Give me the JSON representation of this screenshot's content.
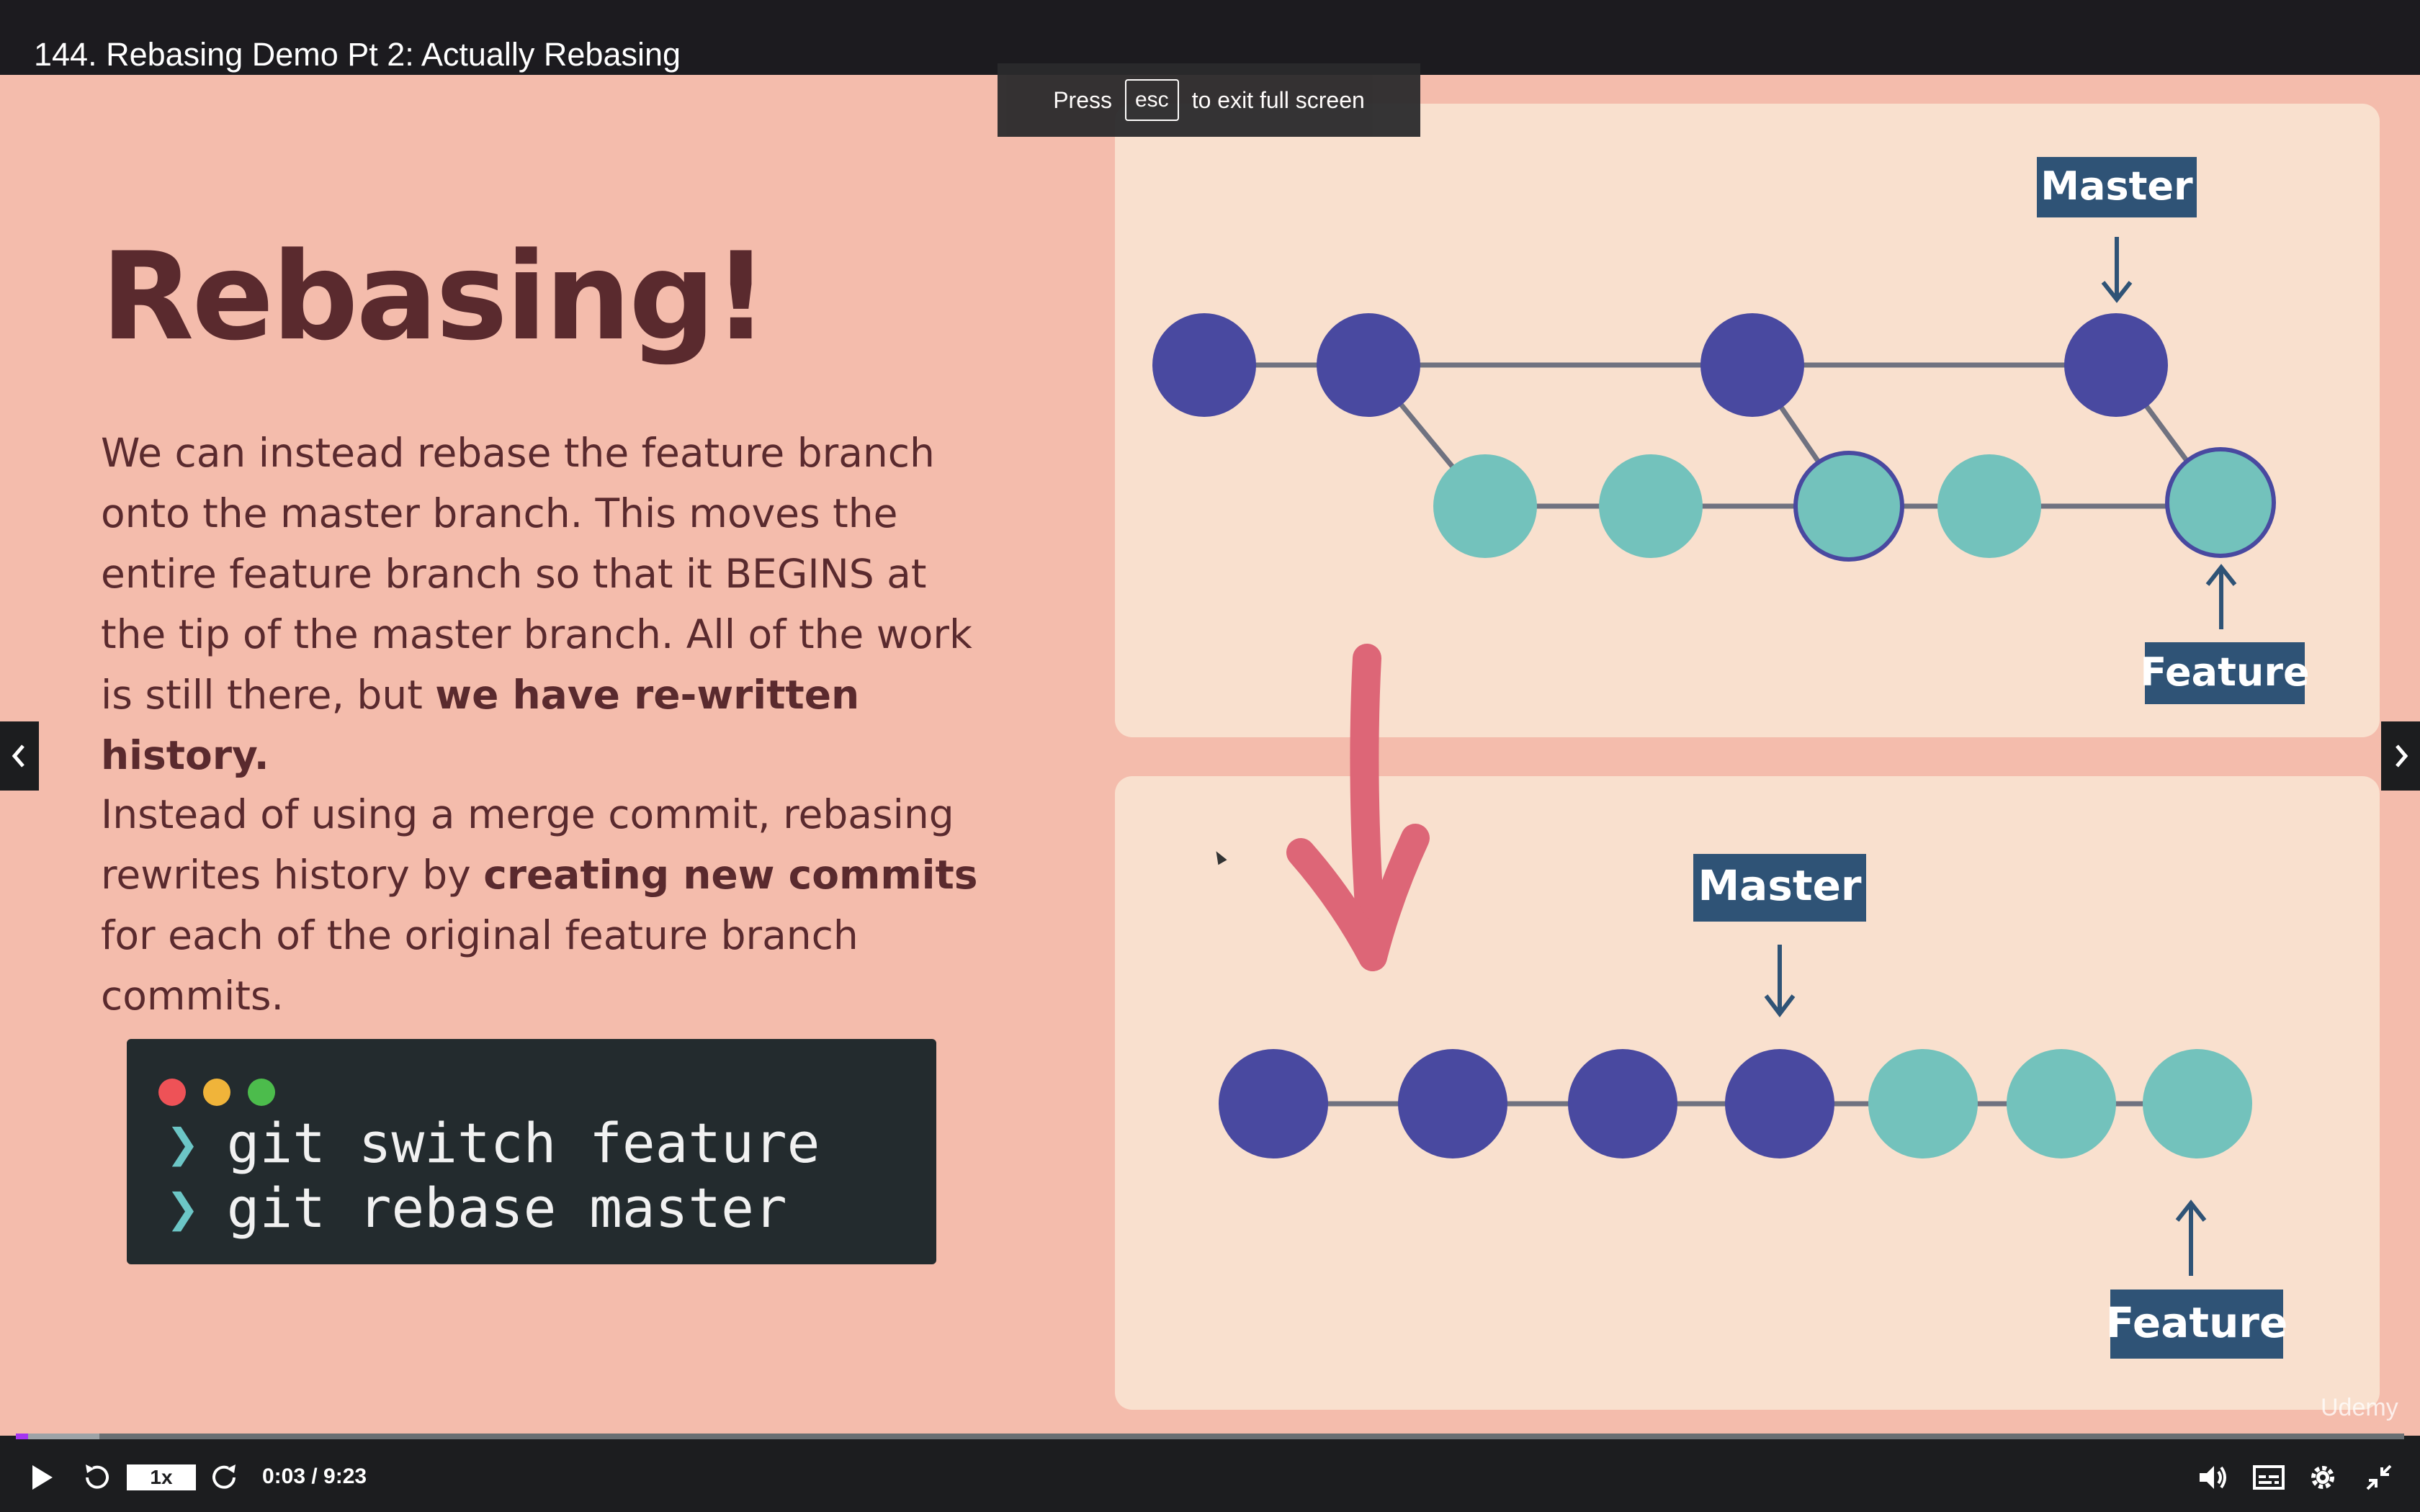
{
  "lecture": {
    "title": "144. Rebasing Demo Pt 2: Actually Rebasing"
  },
  "toast": {
    "press": "Press",
    "key": "esc",
    "suffix": "to exit full screen"
  },
  "slide": {
    "heading": "Rebasing!",
    "para1_plain": "We can instead rebase the feature branch onto the master branch.  This moves the entire feature branch so that it BEGINS at the tip of the master branch.  All of the work is still there, but ",
    "para1_bold": "we have re-written history.",
    "para2_plain_a": "Instead of using a merge commit, rebasing rewrites history by ",
    "para2_bold": "creating new commits",
    "para2_plain_b": " for each of the original feature branch commits.",
    "terminal": {
      "prompt_symbol": "❯",
      "commands": [
        "git switch feature",
        "git rebase master"
      ]
    },
    "diagram_top": {
      "master_label": "Master",
      "feature_label": "Feature"
    },
    "diagram_bottom": {
      "master_label": "Master",
      "feature_label": "Feature"
    },
    "colors": {
      "master_commit": "#4949a0",
      "feature_commit": "#73c2bc",
      "arrow": "#dd6677",
      "label_bg": "#2f5376"
    },
    "watermark": "Udemy"
  },
  "player": {
    "current_time": "0:03",
    "total_time": "9:23",
    "time_display": "0:03 / 9:23",
    "speed": "1x",
    "progress_fraction": 0.005,
    "buffered_fraction": 0.035,
    "icons": {
      "play": "play-icon",
      "rewind": "rewind-5-icon",
      "forward": "forward-5-icon",
      "volume": "volume-icon",
      "captions": "captions-icon",
      "settings": "settings-gear-icon",
      "exit_fullscreen": "exit-fullscreen-icon",
      "prev": "chevron-left-icon",
      "next": "chevron-right-icon"
    }
  }
}
